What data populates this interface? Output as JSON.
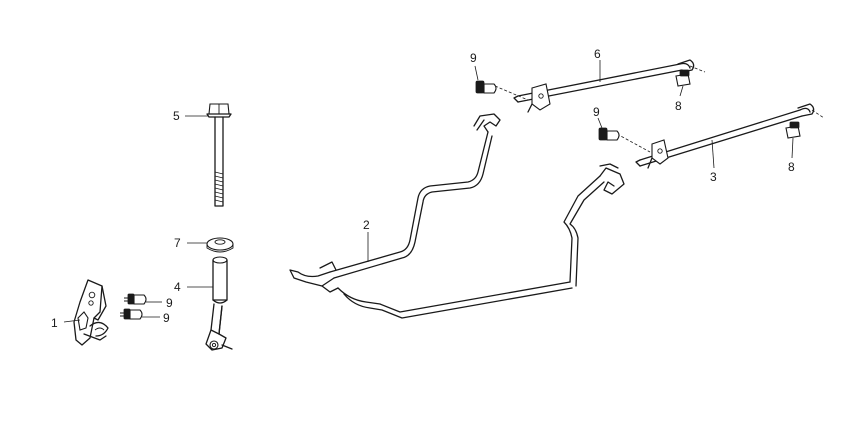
{
  "callouts": {
    "c1": "1",
    "c2": "2",
    "c3": "3",
    "c4": "4",
    "c5": "5",
    "c6": "6",
    "c7": "7",
    "c8a": "8",
    "c8b": "8",
    "c9a": "9",
    "c9b": "9",
    "c9c": "9",
    "c9d": "9"
  }
}
